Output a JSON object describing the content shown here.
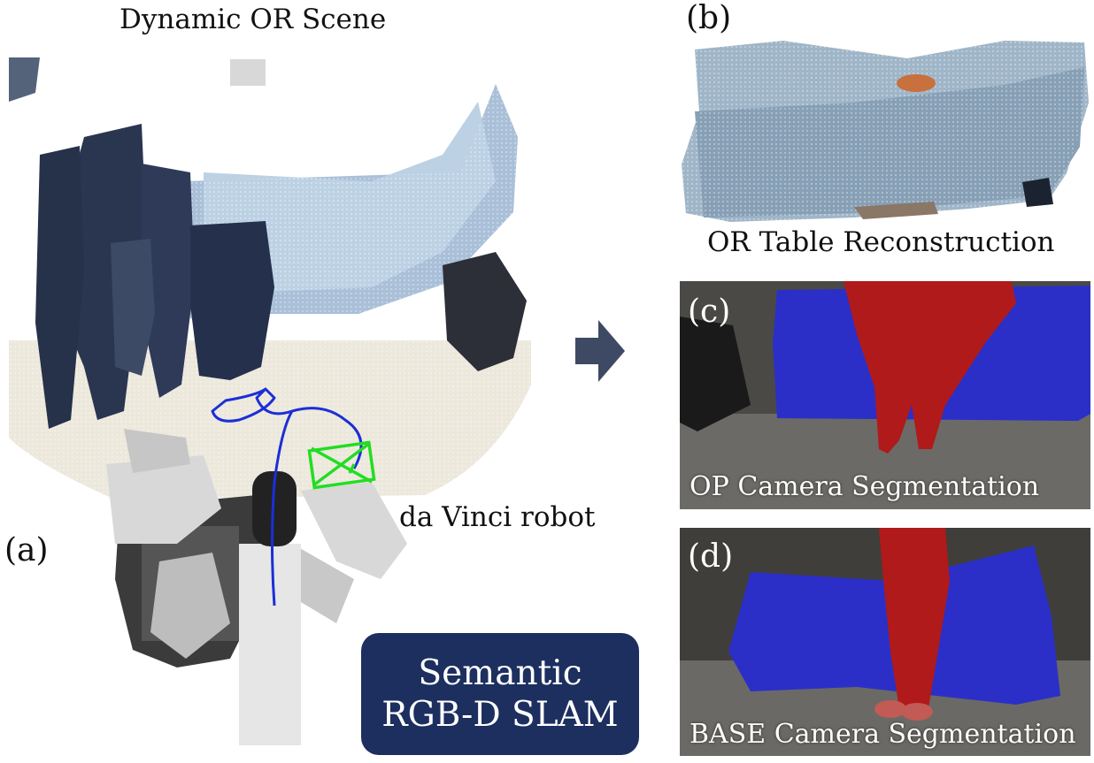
{
  "panel_a": {
    "title": "Dynamic OR Scene",
    "label": "(a)",
    "robot_label": "da Vinci robot"
  },
  "panel_b": {
    "label": "(b)",
    "caption": "OR Table Reconstruction"
  },
  "panel_c": {
    "label": "(c)",
    "caption": "OP Camera Segmentation"
  },
  "panel_d": {
    "label": "(d)",
    "caption": "BASE Camera Segmentation"
  },
  "slam_box": {
    "line1": "Semantic",
    "line2": "RGB-D SLAM"
  },
  "colors": {
    "trajectory": "#1b2fd6",
    "camera_frustum": "#22dd22",
    "segment_person": "#b01a1a",
    "segment_table": "#2b2fc8",
    "slam_box": "#1c2f5f",
    "arrow": "#3e4a63"
  },
  "icons": {
    "arrow": "right-arrow-icon"
  }
}
